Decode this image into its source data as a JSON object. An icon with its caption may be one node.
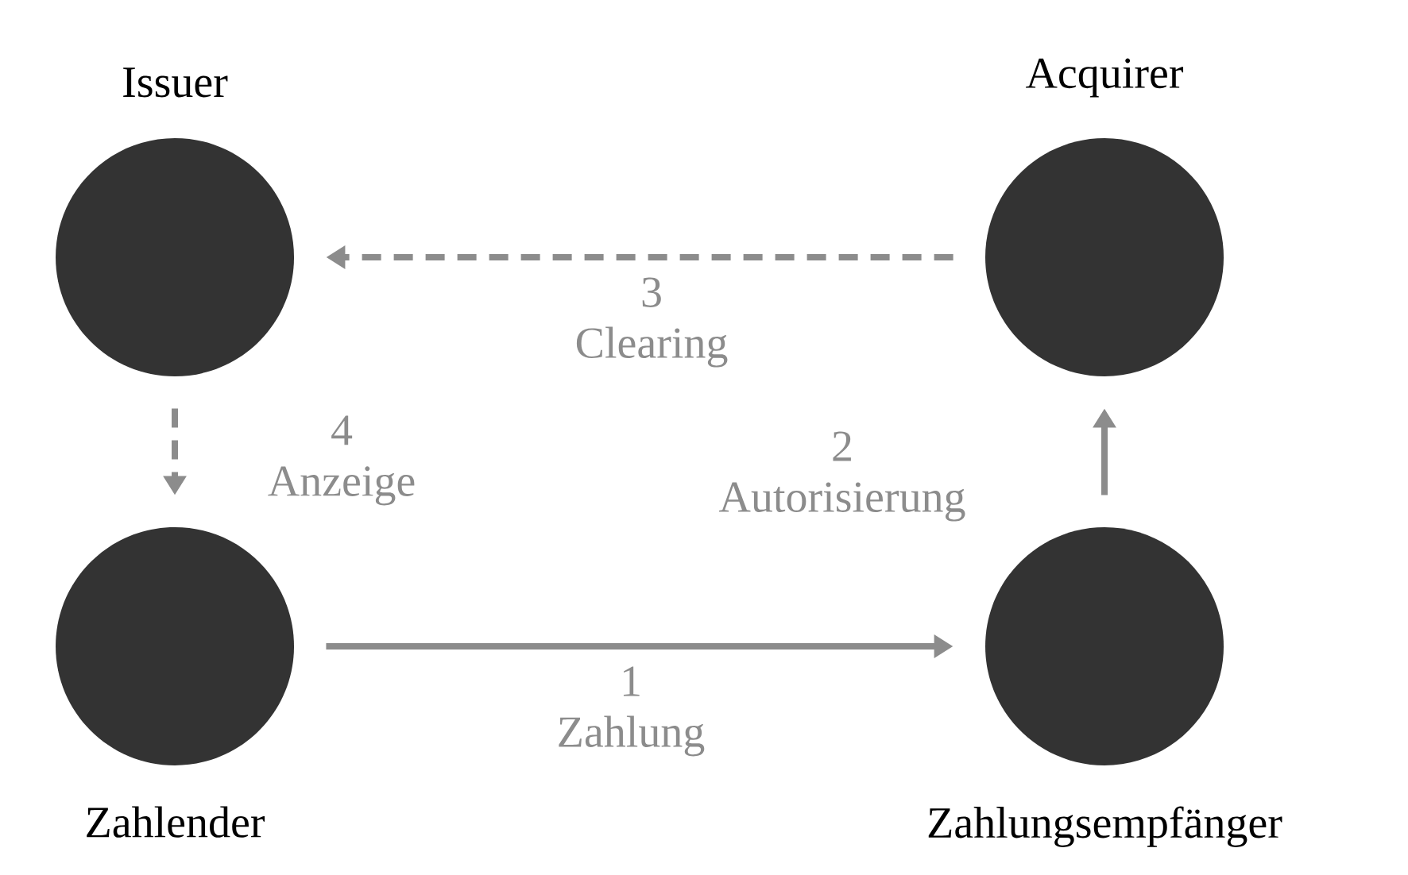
{
  "diagram": {
    "nodes": [
      {
        "text": [
          "Issuer"
        ]
      },
      {
        "text": [
          "Acquirer"
        ]
      },
      {
        "text": [
          "Zahlender"
        ]
      },
      {
        "text": [
          "Zahlungsempfänger"
        ]
      }
    ],
    "edges": [
      {
        "from": 2,
        "to": 3,
        "arrow": "to",
        "label": "1 Zahlung"
      },
      {
        "from": 3,
        "to": 1,
        "arrow": "to",
        "label": "2 Autorisierung"
      },
      {
        "from": 1,
        "to": 0,
        "arrow": "to",
        "label": "3 Clearing",
        "style": "dashed"
      },
      {
        "from": 0,
        "to": 2,
        "arrow": "to",
        "label": "4 Anzeige",
        "style": "dashed"
      }
    ]
  }
}
